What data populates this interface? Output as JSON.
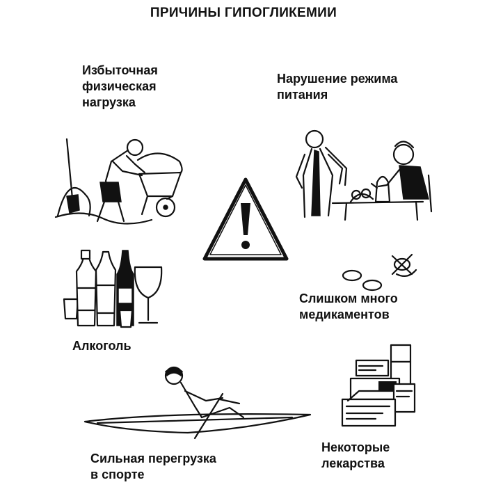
{
  "title": "ПРИЧИНЫ ГИПОГЛИКЕМИИ",
  "causes": [
    {
      "label": "Избыточная\nфизическая\nнагрузка",
      "icon": "worker-wheelbarrow-icon"
    },
    {
      "label": "Нарушение режима\nпитания",
      "icon": "meal-table-icon"
    },
    {
      "label": "Алкоголь",
      "icon": "alcohol-bottles-icon"
    },
    {
      "label": "Слишком много\nмедикаментов",
      "icon": "pills-icon"
    },
    {
      "label": "Сильная перегрузка\nв спорте",
      "icon": "rowing-boat-icon"
    },
    {
      "label": "Некоторые\nлекарства",
      "icon": "medicine-boxes-icon"
    }
  ],
  "center_icon": "warning-triangle-icon"
}
